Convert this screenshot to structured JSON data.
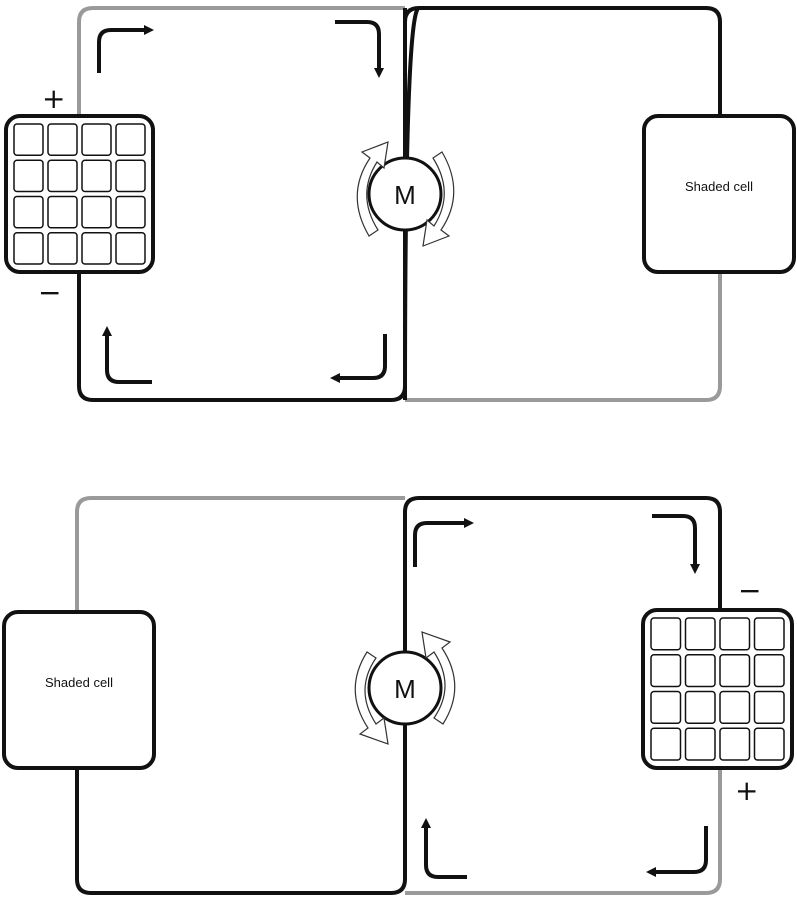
{
  "diagrams": [
    {
      "motor_label": "M",
      "shaded_cell_label": "Shaded cell",
      "plus_sign": "+",
      "minus_sign": "−",
      "current_direction": "clockwise",
      "motor_rotation": "clockwise",
      "lit_cell_side": "left",
      "shaded_cell_side": "right"
    },
    {
      "motor_label": "M",
      "shaded_cell_label": "Shaded cell",
      "plus_sign": "+",
      "minus_sign": "−",
      "current_direction": "clockwise",
      "motor_rotation": "counterclockwise",
      "lit_cell_side": "right",
      "shaded_cell_side": "left"
    }
  ],
  "colors": {
    "active_wire": "#111111",
    "inactive_wire": "#9a9a9a",
    "background": "#ffffff"
  }
}
